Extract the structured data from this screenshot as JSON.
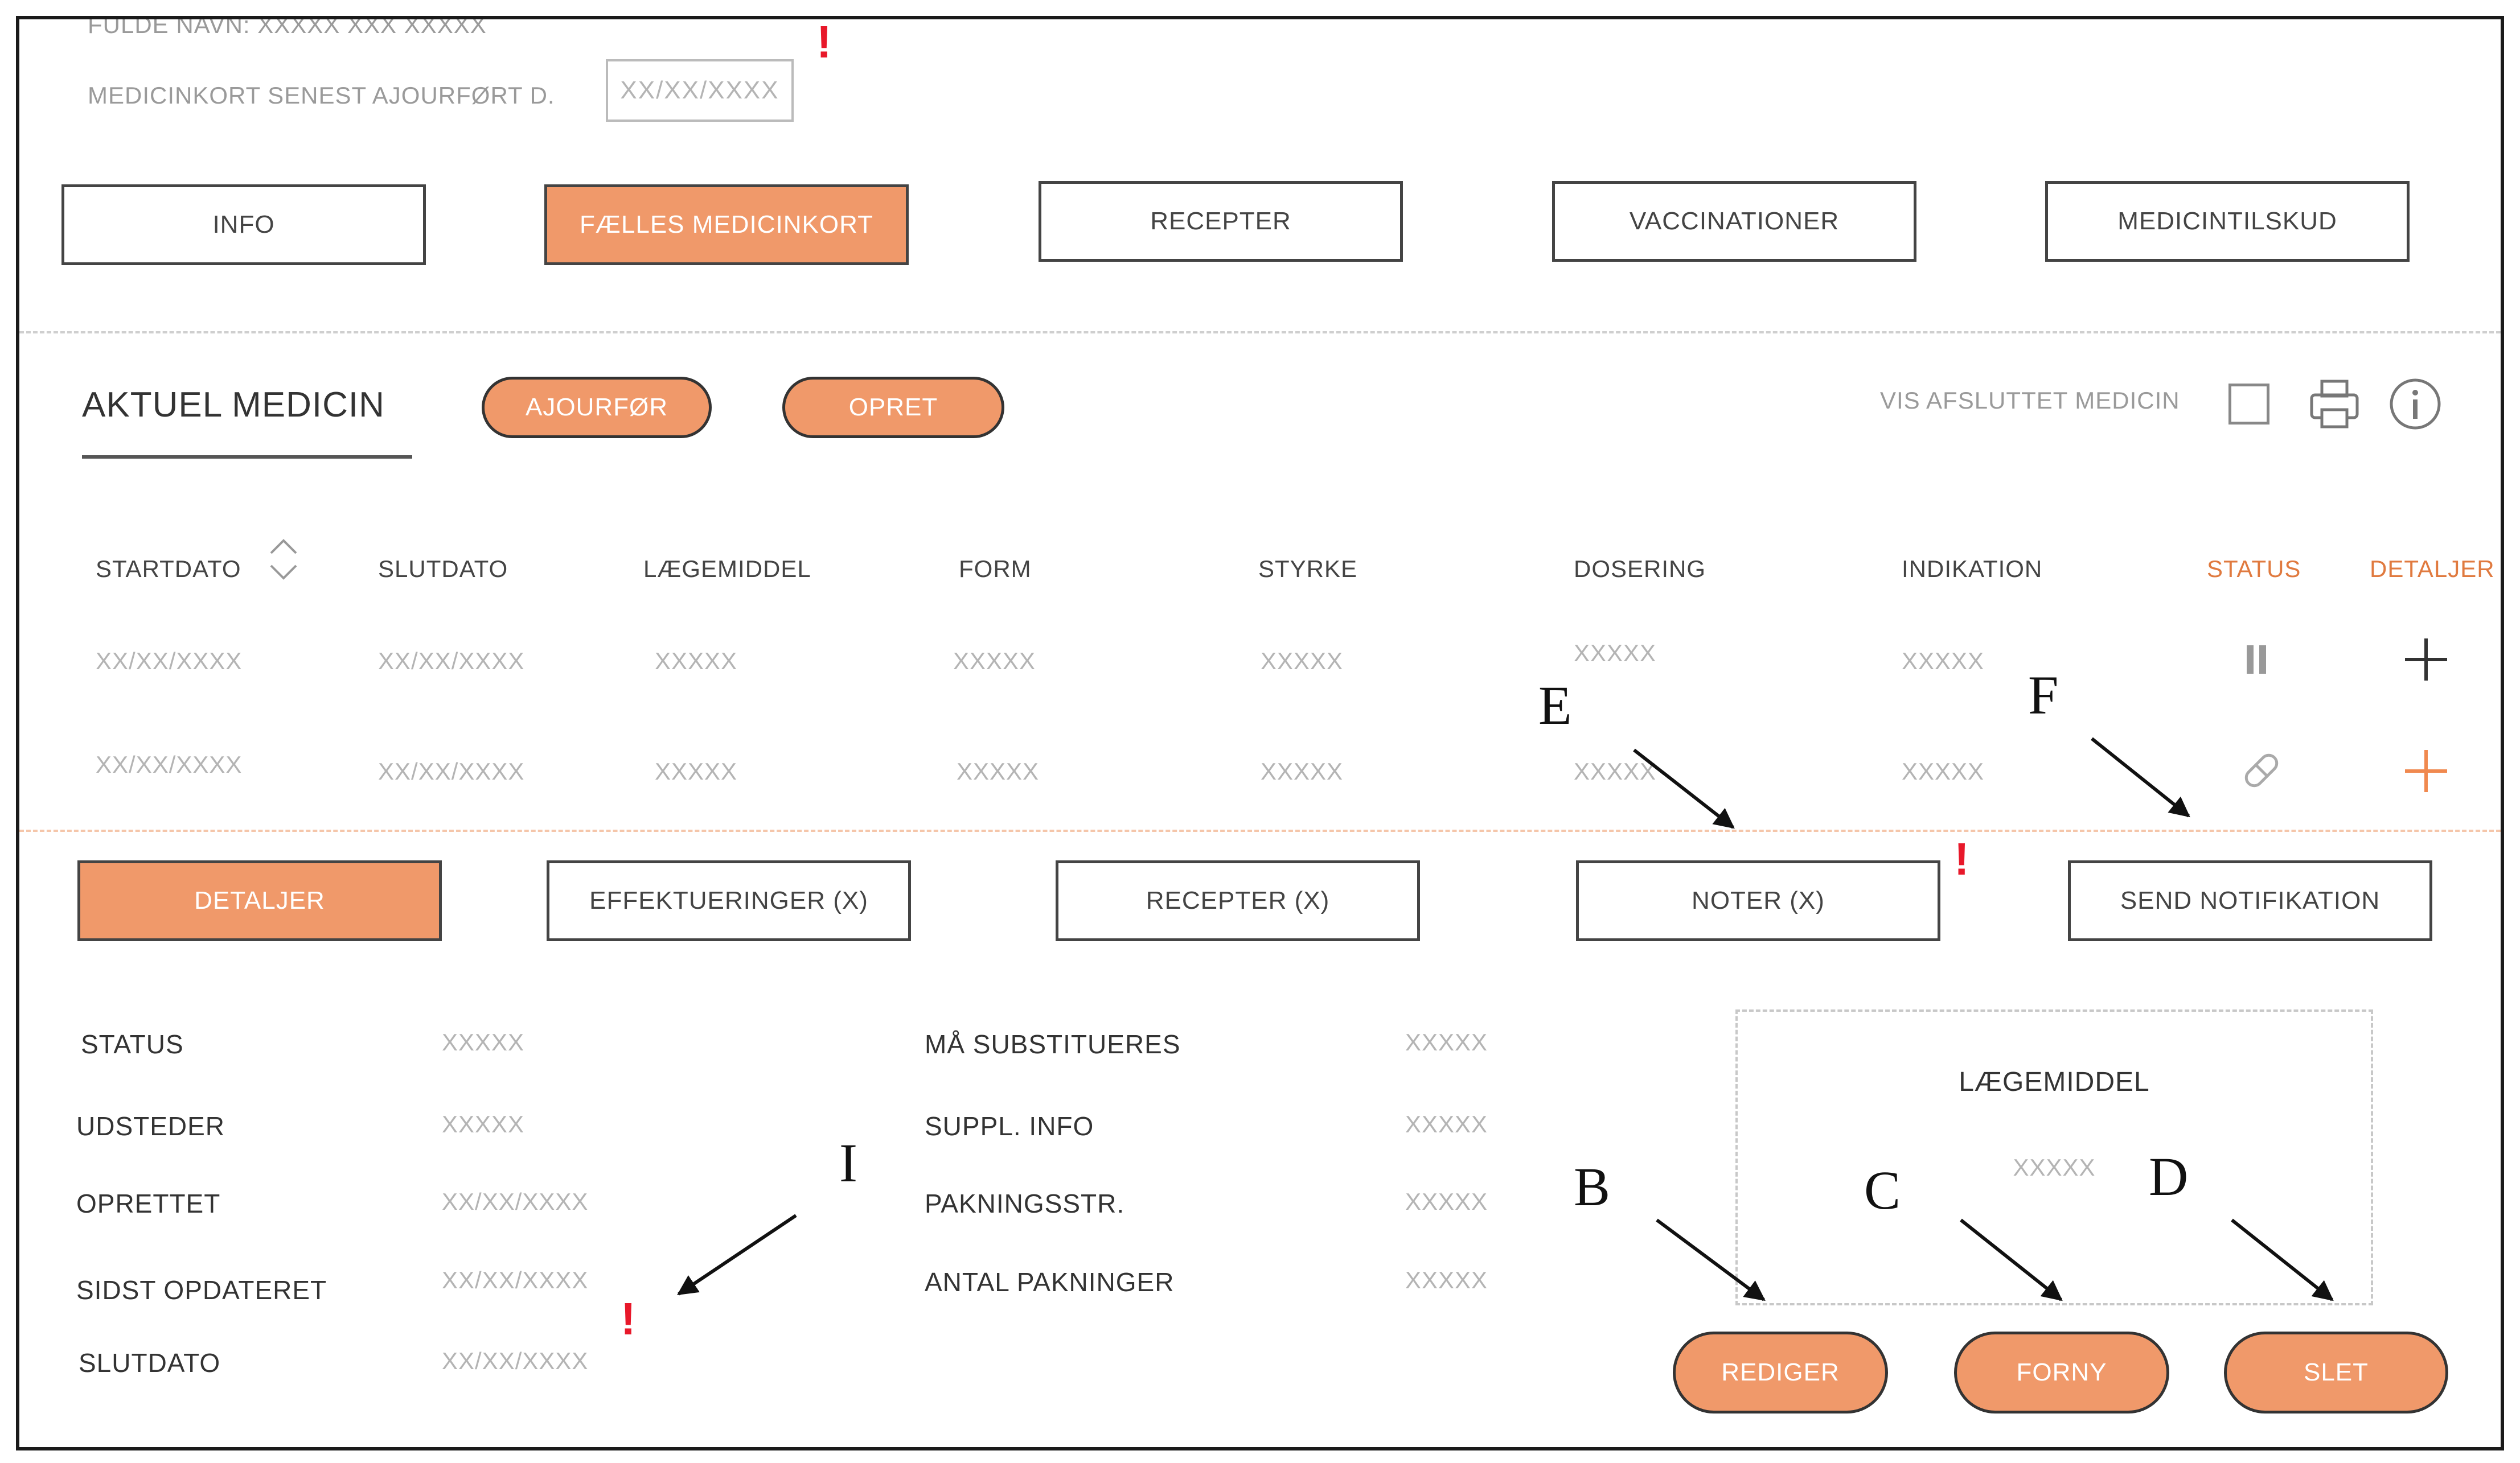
{
  "patient": {
    "full_name_label": "FULDE NAVN: XXXXX XXX XXXXX",
    "card_updated_label": "MEDICINKORT SENEST AJOURFØRT D.",
    "card_updated_value": "XX/XX/XXXX"
  },
  "tabs": [
    {
      "label": "INFO"
    },
    {
      "label": "FÆLLES MEDICINKORT"
    },
    {
      "label": "RECEPTER"
    },
    {
      "label": "VACCINATIONER"
    },
    {
      "label": "MEDICINTILSKUD"
    }
  ],
  "medicine": {
    "heading": "AKTUEL MEDICIN",
    "update_button": "AJOURFØR",
    "create_button": "OPRET",
    "show_ended_label": "VIS AFSLUTTET MEDICIN"
  },
  "table": {
    "headers": [
      "STARTDATO",
      "SLUTDATO",
      "LÆGEMIDDEL",
      "FORM",
      "STYRKE",
      "DOSERING",
      "INDIKATION",
      "STATUS",
      "DETALJER"
    ],
    "rows": [
      [
        "XX/XX/XXXX",
        "XX/XX/XXXX",
        "XXXXX",
        "XXXXX",
        "XXXXX",
        "XXXXX",
        "XXXXX"
      ],
      [
        "XX/XX/XXXX",
        "XX/XX/XXXX",
        "XXXXX",
        "XXXXX",
        "XXXXX",
        "XXXXX",
        "XXXXX"
      ]
    ],
    "status_icons": [
      "pause-icon",
      "pill-icon"
    ],
    "detail_icons": [
      "plus-icon",
      "plus-icon"
    ]
  },
  "detail_tabs": [
    {
      "label": "DETALJER"
    },
    {
      "label": "EFFEKTUERINGER (X)"
    },
    {
      "label": "RECEPTER (X)"
    },
    {
      "label": "NOTER (X)"
    },
    {
      "label": "SEND NOTIFIKATION"
    }
  ],
  "details_left": [
    {
      "label": "STATUS",
      "value": "XXXXX"
    },
    {
      "label": "UDSTEDER",
      "value": "XXXXX"
    },
    {
      "label": "OPRETTET",
      "value": "XX/XX/XXXX"
    },
    {
      "label": "SIDST OPDATERET",
      "value": "XX/XX/XXXX"
    },
    {
      "label": "SLUTDATO",
      "value": "XX/XX/XXXX"
    }
  ],
  "details_right": [
    {
      "label": "MÅ SUBSTITUERES",
      "value": "XXXXX"
    },
    {
      "label": "SUPPL. INFO",
      "value": "XXXXX"
    },
    {
      "label": "PAKNINGSSTR.",
      "value": "XXXXX"
    },
    {
      "label": "ANTAL PAKNINGER",
      "value": "XXXXX"
    }
  ],
  "drug_box": {
    "title": "LÆGEMIDDEL",
    "value": "XXXXX"
  },
  "actions": {
    "edit": "REDIGER",
    "renew": "FORNY",
    "delete": "SLET"
  },
  "annotations": [
    "E",
    "F",
    "I",
    "B",
    "C",
    "D"
  ],
  "warning_mark": "!",
  "colors": {
    "accent": "#f0996a",
    "accent_text": "#e07a3f",
    "alert": "#e8182a"
  }
}
